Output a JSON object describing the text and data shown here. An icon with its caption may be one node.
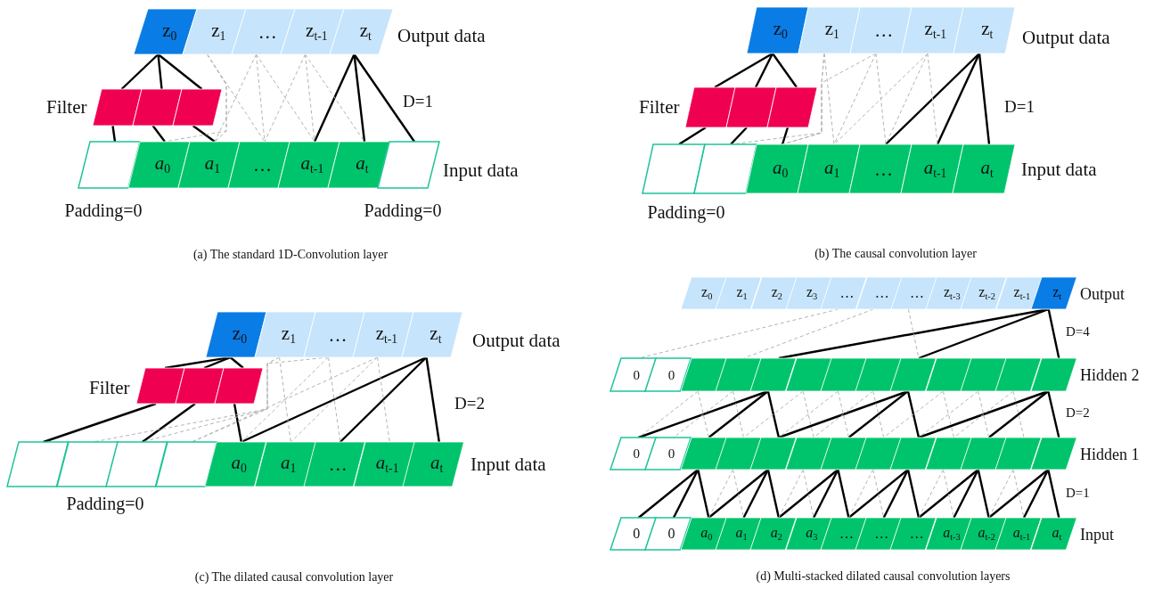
{
  "diagram": {
    "nodes": [
      {
        "text": [
          "z$_{0}$"
        ]
      },
      {
        "text": [
          "z$_{1}$"
        ]
      },
      {
        "text": [
          "…"
        ]
      },
      {
        "text": [
          "z$_{t-1}$"
        ]
      },
      {
        "text": [
          "z$_{t}$"
        ]
      },
      {
        "text": [],
        "shape": "parallelogram"
      },
      {
        "text": [],
        "shape": "parallelogram"
      },
      {
        "text": [],
        "shape": "parallelogram"
      },
      {
        "text": [],
        "shape": "parallelogram"
      },
      {
        "text": [
          "*a*$_{0}$"
        ]
      },
      {
        "text": [
          "*a*$_{1}$"
        ]
      },
      {
        "text": [
          "…"
        ]
      },
      {
        "text": [
          "*a*$_{t-1}$"
        ]
      },
      {
        "text": [
          "*a*$_{t}$"
        ]
      },
      {
        "text": [],
        "shape": "parallelogram"
      },
      {
        "text": [
          "z$_{0}$"
        ]
      },
      {
        "text": [
          "z$_{1}$"
        ]
      },
      {
        "text": [
          "…"
        ]
      },
      {
        "text": [
          "z$_{t-1}$"
        ]
      },
      {
        "text": [
          "z$_{t}$"
        ]
      },
      {
        "text": [],
        "shape": "parallelogram"
      },
      {
        "text": [],
        "shape": "parallelogram"
      },
      {
        "text": [],
        "shape": "parallelogram"
      },
      {
        "text": [],
        "shape": "parallelogram"
      },
      {
        "text": [],
        "shape": "parallelogram"
      },
      {
        "text": [
          "*a*$_{0}$"
        ]
      },
      {
        "text": [
          "*a*$_{1}$"
        ]
      },
      {
        "text": [
          "…"
        ]
      },
      {
        "text": [
          "*a*$_{t-1}$"
        ]
      },
      {
        "text": [
          "*a*$_{t}$"
        ]
      },
      {
        "text": [
          "z$_{0}$"
        ]
      },
      {
        "text": [
          "z$_{1}$"
        ]
      },
      {
        "text": [
          "…"
        ]
      },
      {
        "text": [
          "z$_{t-1}$"
        ]
      },
      {
        "text": [
          "z$_{t}$"
        ]
      },
      {
        "text": [],
        "shape": "parallelogram"
      },
      {
        "text": [],
        "shape": "parallelogram"
      },
      {
        "text": [],
        "shape": "parallelogram"
      },
      {
        "text": [],
        "shape": "parallelogram"
      },
      {
        "text": [],
        "shape": "parallelogram"
      },
      {
        "text": [],
        "shape": "parallelogram"
      },
      {
        "text": [],
        "shape": "parallelogram"
      },
      {
        "text": [
          "*a*$_{0}$"
        ]
      },
      {
        "text": [
          "*a*$_{1}$"
        ]
      },
      {
        "text": [
          "…"
        ]
      },
      {
        "text": [
          "*a*$_{t-1}$"
        ]
      },
      {
        "text": [
          "*a*$_{t}$"
        ]
      },
      {
        "text": [
          "z$_{0}$"
        ]
      },
      {
        "text": [
          "z$_{1}$"
        ]
      },
      {
        "text": [
          "z$_{2}$"
        ]
      },
      {
        "text": [
          "z$_{3}$"
        ]
      },
      {
        "text": [
          "…"
        ]
      },
      {
        "text": [
          "…"
        ]
      },
      {
        "text": [
          "…"
        ]
      },
      {
        "text": [
          "z$_{t-3}$"
        ]
      },
      {
        "text": [
          "z$_{t-2}$"
        ]
      },
      {
        "text": [
          "z$_{t-1}$"
        ]
      },
      {
        "text": [
          "z$_{t}$"
        ]
      },
      {
        "text": [
          "0"
        ]
      },
      {
        "text": [
          "0"
        ]
      },
      {
        "text": [],
        "shape": "parallelogram"
      },
      {
        "text": [],
        "shape": "parallelogram"
      },
      {
        "text": [],
        "shape": "parallelogram"
      },
      {
        "text": [],
        "shape": "parallelogram"
      },
      {
        "text": [],
        "shape": "parallelogram"
      },
      {
        "text": [],
        "shape": "parallelogram"
      },
      {
        "text": [],
        "shape": "parallelogram"
      },
      {
        "text": [],
        "shape": "parallelogram"
      },
      {
        "text": [],
        "shape": "parallelogram"
      },
      {
        "text": [],
        "shape": "parallelogram"
      },
      {
        "text": [],
        "shape": "parallelogram"
      },
      {
        "text": [
          "0"
        ]
      },
      {
        "text": [
          "0"
        ]
      },
      {
        "text": [],
        "shape": "parallelogram"
      },
      {
        "text": [],
        "shape": "parallelogram"
      },
      {
        "text": [],
        "shape": "parallelogram"
      },
      {
        "text": [],
        "shape": "parallelogram"
      },
      {
        "text": [],
        "shape": "parallelogram"
      },
      {
        "text": [],
        "shape": "parallelogram"
      },
      {
        "text": [],
        "shape": "parallelogram"
      },
      {
        "text": [],
        "shape": "parallelogram"
      },
      {
        "text": [],
        "shape": "parallelogram"
      },
      {
        "text": [],
        "shape": "parallelogram"
      },
      {
        "text": [],
        "shape": "parallelogram"
      },
      {
        "text": [
          "0"
        ]
      },
      {
        "text": [
          "0"
        ]
      },
      {
        "text": [
          "*a*$_{0}$"
        ]
      },
      {
        "text": [
          "*a*$_{1}$"
        ]
      },
      {
        "text": [
          "*a*$_{2}$"
        ]
      },
      {
        "text": [
          "*a*$_{3}$"
        ]
      },
      {
        "text": [
          "…"
        ]
      },
      {
        "text": [
          "…"
        ]
      },
      {
        "text": [
          "…"
        ]
      },
      {
        "text": [
          "*a*$_{t-3}$"
        ]
      },
      {
        "text": [
          "*a*$_{t-2}$"
        ]
      },
      {
        "text": [
          "*a*$_{t-1}$"
        ]
      },
      {
        "text": [
          "*a*$_{t}$"
        ]
      }
    ],
    "edges": [
      {
        "from": 0,
        "to": 5,
        "arrow": "none"
      },
      {
        "from": 0,
        "to": 6,
        "arrow": "none"
      },
      {
        "from": 0,
        "to": 7,
        "arrow": "none"
      },
      {
        "from": 5,
        "to": 8,
        "arrow": "none"
      },
      {
        "from": 6,
        "to": 9,
        "arrow": "none"
      },
      {
        "from": 7,
        "to": 10,
        "arrow": "none"
      },
      {
        "from": 4,
        "to": 12,
        "arrow": "none"
      },
      {
        "from": 4,
        "to": 13,
        "arrow": "none"
      },
      {
        "from": 4,
        "to": 14,
        "arrow": "none"
      },
      {
        "from": 1,
        "to": 9,
        "arrow": "none",
        "style": "dashed",
        "color": "#b4b4b4"
      },
      {
        "from": 1,
        "to": 10,
        "arrow": "none",
        "style": "dashed",
        "color": "#b4b4b4"
      },
      {
        "from": 1,
        "to": 11,
        "arrow": "none",
        "style": "dashed",
        "color": "#b4b4b4"
      },
      {
        "from": 2,
        "to": 10,
        "arrow": "none",
        "style": "dashed",
        "color": "#b4b4b4"
      },
      {
        "from": 2,
        "to": 11,
        "arrow": "none",
        "style": "dashed",
        "color": "#b4b4b4"
      },
      {
        "from": 2,
        "to": 12,
        "arrow": "none",
        "style": "dashed",
        "color": "#b4b4b4"
      },
      {
        "from": 3,
        "to": 11,
        "arrow": "none",
        "style": "dashed",
        "color": "#b4b4b4"
      },
      {
        "from": 3,
        "to": 12,
        "arrow": "none",
        "style": "dashed",
        "color": "#b4b4b4"
      },
      {
        "from": 3,
        "to": 13,
        "arrow": "none",
        "style": "dashed",
        "color": "#b4b4b4"
      },
      {
        "from": 15,
        "to": 20,
        "arrow": "none"
      },
      {
        "from": 15,
        "to": 21,
        "arrow": "none"
      },
      {
        "from": 15,
        "to": 22,
        "arrow": "none"
      },
      {
        "from": 20,
        "to": 23,
        "arrow": "none"
      },
      {
        "from": 21,
        "to": 24,
        "arrow": "none"
      },
      {
        "from": 22,
        "to": 25,
        "arrow": "none"
      },
      {
        "from": 19,
        "to": 27,
        "arrow": "none"
      },
      {
        "from": 19,
        "to": 28,
        "arrow": "none"
      },
      {
        "from": 19,
        "to": 29,
        "arrow": "none"
      },
      {
        "from": 16,
        "to": 24,
        "arrow": "none",
        "style": "dashed",
        "color": "#b4b4b4"
      },
      {
        "from": 16,
        "to": 25,
        "arrow": "none",
        "style": "dashed",
        "color": "#b4b4b4"
      },
      {
        "from": 16,
        "to": 26,
        "arrow": "none",
        "style": "dashed",
        "color": "#b4b4b4"
      },
      {
        "from": 17,
        "to": 25,
        "arrow": "none",
        "style": "dashed",
        "color": "#b4b4b4"
      },
      {
        "from": 17,
        "to": 26,
        "arrow": "none",
        "style": "dashed",
        "color": "#b4b4b4"
      },
      {
        "from": 17,
        "to": 27,
        "arrow": "none",
        "style": "dashed",
        "color": "#b4b4b4"
      },
      {
        "from": 18,
        "to": 26,
        "arrow": "none",
        "style": "dashed",
        "color": "#b4b4b4"
      },
      {
        "from": 18,
        "to": 27,
        "arrow": "none",
        "style": "dashed",
        "color": "#b4b4b4"
      },
      {
        "from": 18,
        "to": 28,
        "arrow": "none",
        "style": "dashed",
        "color": "#b4b4b4"
      },
      {
        "from": 30,
        "to": 35,
        "arrow": "none"
      },
      {
        "from": 30,
        "to": 36,
        "arrow": "none"
      },
      {
        "from": 30,
        "to": 37,
        "arrow": "none"
      },
      {
        "from": 35,
        "to": 38,
        "arrow": "none"
      },
      {
        "from": 36,
        "to": 40,
        "arrow": "none"
      },
      {
        "from": 37,
        "to": 42,
        "arrow": "none"
      },
      {
        "from": 34,
        "to": 42,
        "arrow": "none"
      },
      {
        "from": 34,
        "to": 44,
        "arrow": "none"
      },
      {
        "from": 34,
        "to": 46,
        "arrow": "none"
      },
      {
        "from": 31,
        "to": 43,
        "arrow": "none",
        "style": "dashed",
        "color": "#b4b4b4"
      },
      {
        "from": 31,
        "to": 41,
        "arrow": "none",
        "style": "dashed",
        "color": "#b4b4b4"
      },
      {
        "from": 31,
        "to": 39,
        "arrow": "none",
        "style": "dashed",
        "color": "#b4b4b4"
      },
      {
        "from": 32,
        "to": 44,
        "arrow": "none",
        "style": "dashed",
        "color": "#b4b4b4"
      },
      {
        "from": 32,
        "to": 42,
        "arrow": "none",
        "style": "dashed",
        "color": "#b4b4b4"
      },
      {
        "from": 32,
        "to": 40,
        "arrow": "none",
        "style": "dashed",
        "color": "#b4b4b4"
      },
      {
        "from": 33,
        "to": 45,
        "arrow": "none",
        "style": "dashed",
        "color": "#b4b4b4"
      },
      {
        "from": 33,
        "to": 43,
        "arrow": "none",
        "style": "dashed",
        "color": "#b4b4b4"
      },
      {
        "from": 33,
        "to": 41,
        "arrow": "none",
        "style": "dashed",
        "color": "#b4b4b4"
      },
      {
        "from": 57,
        "to": 70,
        "arrow": "none"
      },
      {
        "from": 57,
        "to": 66,
        "arrow": "none"
      },
      {
        "from": 57,
        "to": 62,
        "arrow": "none"
      },
      {
        "from": 70,
        "to": 83,
        "arrow": "none"
      },
      {
        "from": 70,
        "to": 81,
        "arrow": "none"
      },
      {
        "from": 70,
        "to": 79,
        "arrow": "none"
      },
      {
        "from": 66,
        "to": 79,
        "arrow": "none"
      },
      {
        "from": 66,
        "to": 77,
        "arrow": "none"
      },
      {
        "from": 66,
        "to": 75,
        "arrow": "none"
      },
      {
        "from": 62,
        "to": 75,
        "arrow": "none"
      },
      {
        "from": 62,
        "to": 73,
        "arrow": "none"
      },
      {
        "from": 62,
        "to": 71,
        "arrow": "none"
      },
      {
        "from": 73,
        "to": 86,
        "arrow": "none"
      },
      {
        "from": 73,
        "to": 85,
        "arrow": "none"
      },
      {
        "from": 73,
        "to": 84,
        "arrow": "none"
      },
      {
        "from": 75,
        "to": 88,
        "arrow": "none"
      },
      {
        "from": 75,
        "to": 87,
        "arrow": "none"
      },
      {
        "from": 75,
        "to": 86,
        "arrow": "none"
      },
      {
        "from": 77,
        "to": 90,
        "arrow": "none"
      },
      {
        "from": 77,
        "to": 89,
        "arrow": "none"
      },
      {
        "from": 77,
        "to": 88,
        "arrow": "none"
      },
      {
        "from": 79,
        "to": 92,
        "arrow": "none"
      },
      {
        "from": 79,
        "to": 91,
        "arrow": "none"
      },
      {
        "from": 79,
        "to": 90,
        "arrow": "none"
      },
      {
        "from": 81,
        "to": 94,
        "arrow": "none"
      },
      {
        "from": 81,
        "to": 93,
        "arrow": "none"
      },
      {
        "from": 81,
        "to": 92,
        "arrow": "none"
      },
      {
        "from": 83,
        "to": 96,
        "arrow": "none"
      },
      {
        "from": 83,
        "to": 95,
        "arrow": "none"
      },
      {
        "from": 83,
        "to": 94,
        "arrow": "none"
      },
      {
        "from": 51,
        "to": 58,
        "arrow": "none",
        "style": "dashed",
        "color": "#b4b4b4"
      },
      {
        "from": 52,
        "to": 61,
        "arrow": "none",
        "style": "dashed",
        "color": "#b4b4b4"
      },
      {
        "from": 53,
        "to": 66,
        "arrow": "none",
        "style": "dashed",
        "color": "#b4b4b4"
      },
      {
        "from": 60,
        "to": 73,
        "arrow": "none",
        "style": "dashed",
        "color": "#b4b4b4"
      },
      {
        "from": 60,
        "to": 71,
        "arrow": "none",
        "style": "dashed",
        "color": "#b4b4b4"
      },
      {
        "from": 61,
        "to": 74,
        "arrow": "none",
        "style": "dashed",
        "color": "#b4b4b4"
      },
      {
        "from": 61,
        "to": 72,
        "arrow": "none",
        "style": "dashed",
        "color": "#b4b4b4"
      },
      {
        "from": 63,
        "to": 76,
        "arrow": "none",
        "style": "dashed",
        "color": "#b4b4b4"
      },
      {
        "from": 63,
        "to": 74,
        "arrow": "none",
        "style": "dashed",
        "color": "#b4b4b4"
      },
      {
        "from": 64,
        "to": 77,
        "arrow": "none",
        "style": "dashed",
        "color": "#b4b4b4"
      },
      {
        "from": 64,
        "to": 75,
        "arrow": "none",
        "style": "dashed",
        "color": "#b4b4b4"
      },
      {
        "from": 65,
        "to": 78,
        "arrow": "none",
        "style": "dashed",
        "color": "#b4b4b4"
      },
      {
        "from": 65,
        "to": 76,
        "arrow": "none",
        "style": "dashed",
        "color": "#b4b4b4"
      },
      {
        "from": 67,
        "to": 80,
        "arrow": "none",
        "style": "dashed",
        "color": "#b4b4b4"
      },
      {
        "from": 67,
        "to": 78,
        "arrow": "none",
        "style": "dashed",
        "color": "#b4b4b4"
      },
      {
        "from": 68,
        "to": 81,
        "arrow": "none",
        "style": "dashed",
        "color": "#b4b4b4"
      },
      {
        "from": 68,
        "to": 79,
        "arrow": "none",
        "style": "dashed",
        "color": "#b4b4b4"
      },
      {
        "from": 69,
        "to": 82,
        "arrow": "none",
        "style": "dashed",
        "color": "#b4b4b4"
      },
      {
        "from": 69,
        "to": 80,
        "arrow": "none",
        "style": "dashed",
        "color": "#b4b4b4"
      },
      {
        "from": 74,
        "to": 87,
        "arrow": "none",
        "style": "dashed",
        "color": "#b4b4b4"
      },
      {
        "from": 74,
        "to": 86,
        "arrow": "none",
        "style": "dashed",
        "color": "#b4b4b4"
      },
      {
        "from": 76,
        "to": 89,
        "arrow": "none",
        "style": "dashed",
        "color": "#b4b4b4"
      },
      {
        "from": 76,
        "to": 88,
        "arrow": "none",
        "style": "dashed",
        "color": "#b4b4b4"
      },
      {
        "from": 78,
        "to": 91,
        "arrow": "none",
        "style": "dashed",
        "color": "#b4b4b4"
      },
      {
        "from": 78,
        "to": 90,
        "arrow": "none",
        "style": "dashed",
        "color": "#b4b4b4"
      },
      {
        "from": 80,
        "to": 93,
        "arrow": "none",
        "style": "dashed",
        "color": "#b4b4b4"
      },
      {
        "from": 80,
        "to": 92,
        "arrow": "none",
        "style": "dashed",
        "color": "#b4b4b4"
      },
      {
        "from": 82,
        "to": 95,
        "arrow": "none",
        "style": "dashed",
        "color": "#b4b4b4"
      },
      {
        "from": 82,
        "to": 94,
        "arrow": "none",
        "style": "dashed",
        "color": "#b4b4b4"
      }
    ],
    "labels": [
      "Output data",
      "Filter",
      "D=1",
      "Input data",
      "Padding=0",
      "Padding=0",
      "(a) The standard 1D-Convolution layer",
      "Output data",
      "D=1",
      "Filter",
      "Input data",
      "Padding=0",
      "(b) The causal convolution layer",
      "Output data",
      "Filter",
      "D=2",
      "Input data",
      "Padding=0",
      "(c) The dilated causal convolution layer",
      "Output",
      "D=4",
      "Hidden 2",
      "D=2",
      "Hidden 1",
      "D=1",
      "Input",
      "(d) Multi-stacked dilated causal convolution layers"
    ]
  }
}
